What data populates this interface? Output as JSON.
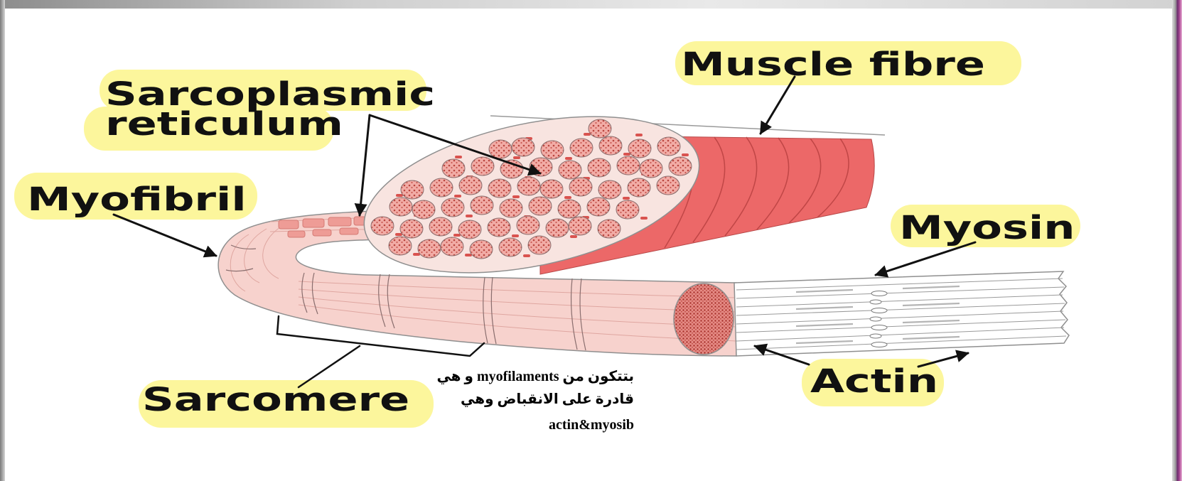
{
  "labels": {
    "muscle_fibre": "Muscle fibre",
    "sarcoplasmic_reticulum": [
      "Sarcoplasmic",
      "reticulum"
    ],
    "myofibril": "Myofibril",
    "myosin": "Myosin",
    "actin": "Actin",
    "sarcomere": "Sarcomere"
  },
  "note": {
    "lines": [
      "بتتكون من myofilaments و هي",
      "قادرة على الانقباض وهي",
      "actin&myosib"
    ]
  },
  "colors": {
    "highlight": "#fcf69c",
    "fibre_red": "#ec6868",
    "myofibril_pink": "#f7d2cd",
    "arrow": "#111111"
  }
}
